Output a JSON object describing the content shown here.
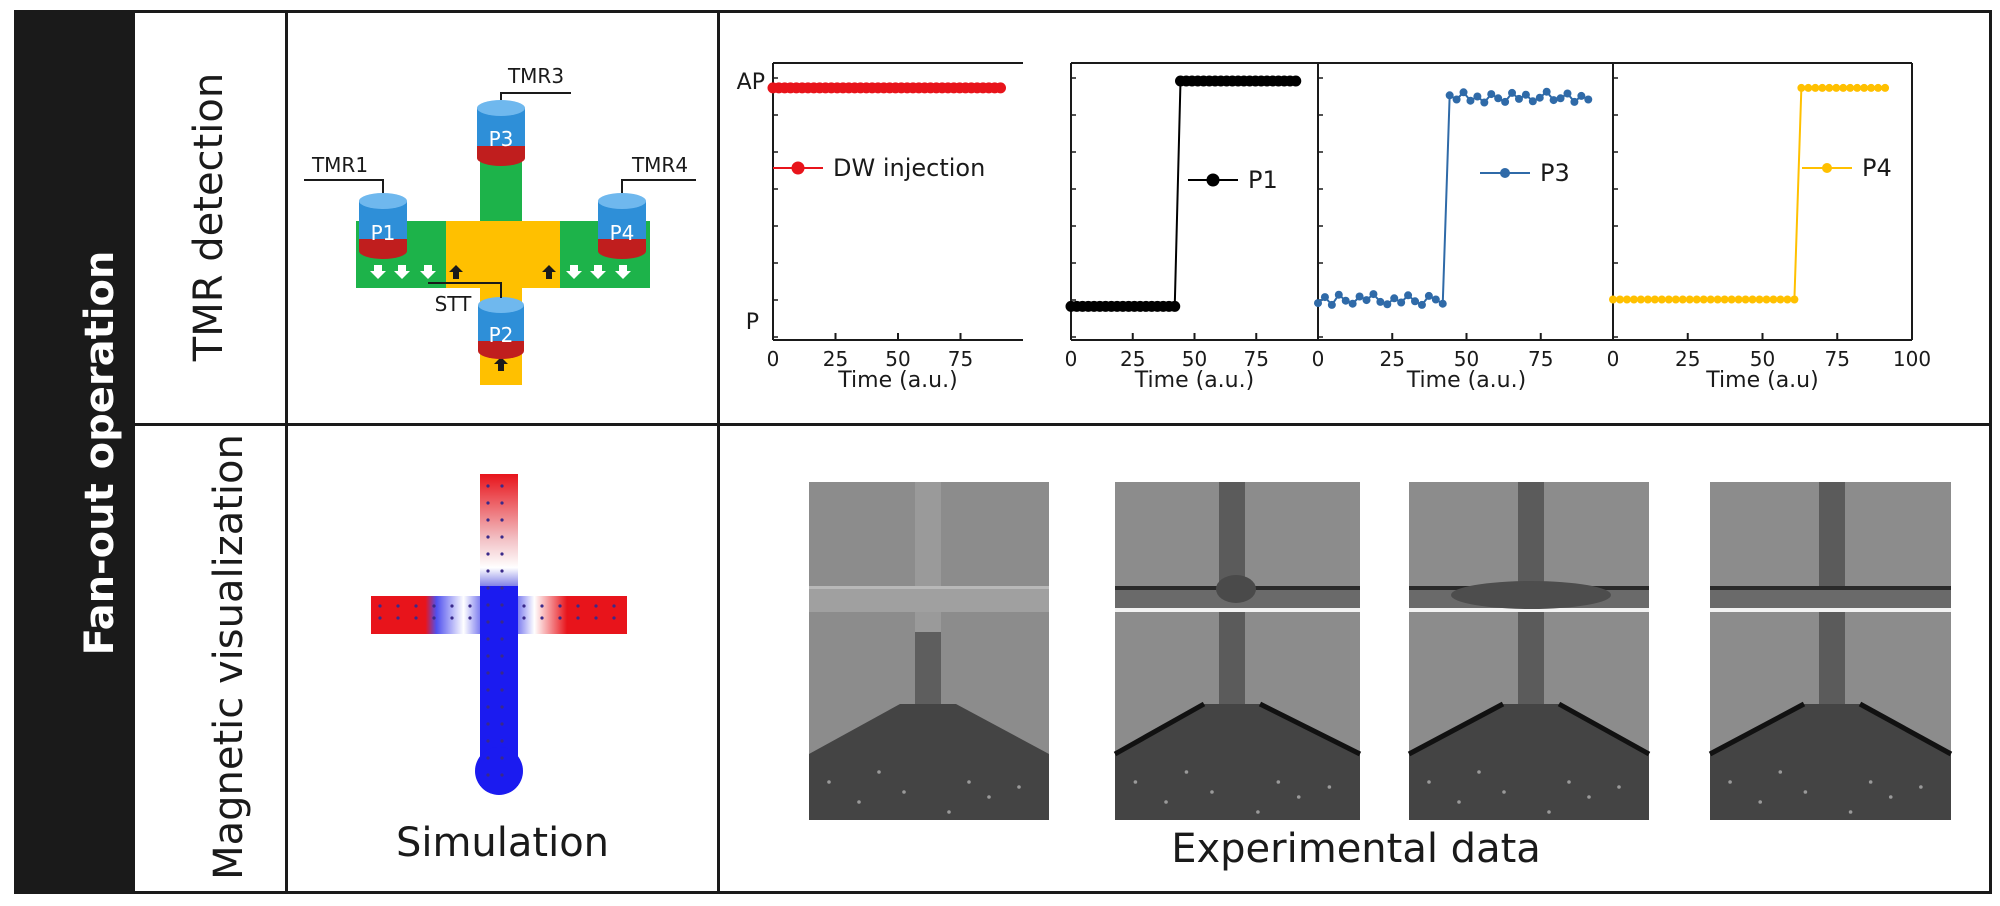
{
  "side_title": "Fan-out operation",
  "rows": {
    "top": "TMR detection",
    "bottom": "Magnetic visualization"
  },
  "device": {
    "labels": {
      "tmr1": "TMR1",
      "tmr3": "TMR3",
      "tmr4": "TMR4",
      "stt": "STT",
      "p1": "P1",
      "p2": "P2",
      "p3": "P3",
      "p4": "P4"
    },
    "colors": {
      "green": "#1db34a",
      "yellow": "#ffc000",
      "pillar_blue": "#2e8fd8",
      "pillar_red": "#c01e1e"
    }
  },
  "chart_data": [
    {
      "type": "line",
      "series": [
        {
          "name": "DW injection",
          "color": "#e8141b",
          "marker": "circle-large",
          "x_start": 0,
          "x_end": 91,
          "count": 40,
          "y_switch": null,
          "y_before": 0.97,
          "y_after": 0.97
        }
      ],
      "xlim": [
        0,
        100
      ],
      "x_ticks": [
        "0",
        "25",
        "50",
        "75"
      ],
      "xlabel": "Time (a.u.)",
      "y_ticks": [
        "AP",
        "P"
      ],
      "legend": "DW injection"
    },
    {
      "type": "line",
      "series": [
        {
          "name": "P1",
          "color": "#000000",
          "marker": "circle-large",
          "x_start": 0,
          "x_end": 91,
          "count": 40,
          "x_switch": 43,
          "y_before": 0.02,
          "y_after": 1.0
        }
      ],
      "xlim": [
        0,
        100
      ],
      "x_ticks": [
        "0",
        "25",
        "50",
        "75"
      ],
      "xlabel": "Time (a.u.)",
      "legend": "P1"
    },
    {
      "type": "line",
      "series": [
        {
          "name": "P3",
          "color": "#2f6aa8",
          "marker": "circle-small",
          "x_start": 0,
          "x_end": 91,
          "count": 40,
          "x_switch": 43,
          "y_before": 0.05,
          "y_after": 0.93,
          "noisy": true
        }
      ],
      "xlim": [
        0,
        100
      ],
      "x_ticks": [
        "0",
        "25",
        "50",
        "75"
      ],
      "xlabel": "Time (a.u.)",
      "legend": "P3"
    },
    {
      "type": "line",
      "series": [
        {
          "name": "P4",
          "color": "#ffc000",
          "marker": "circle-small",
          "x_start": 0,
          "x_end": 91,
          "count": 40,
          "x_switch": 61,
          "y_before": 0.05,
          "y_after": 0.97
        }
      ],
      "xlim": [
        0,
        100
      ],
      "x_ticks": [
        "0",
        "25",
        "50",
        "75",
        "100"
      ],
      "xlabel": "Time (a.u)",
      "legend": "P4"
    }
  ],
  "captions": {
    "simulation": "Simulation",
    "experimental": "Experimental data"
  }
}
